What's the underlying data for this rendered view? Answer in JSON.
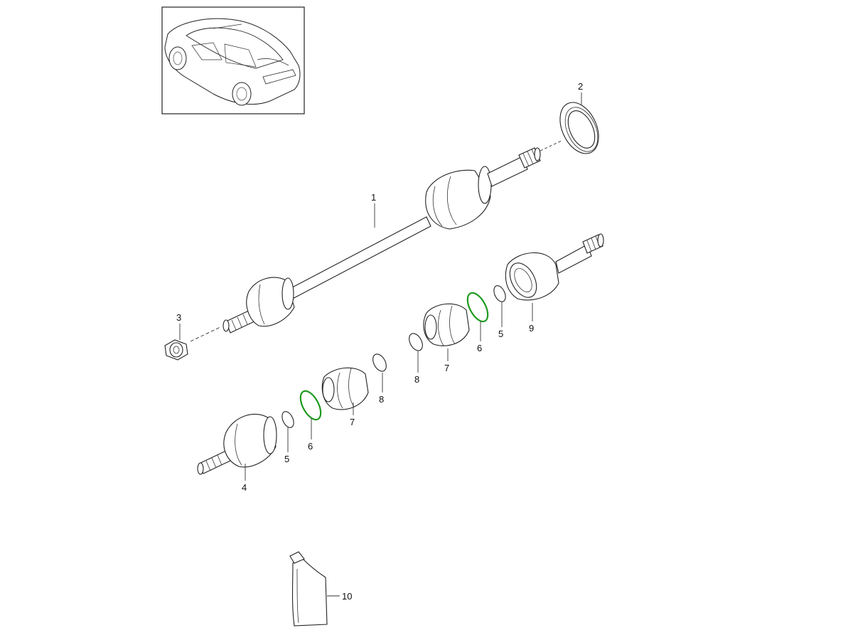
{
  "diagram": {
    "colors": {
      "line": "#222222",
      "highlight": "#1e9a1e",
      "background": "#ffffff"
    },
    "vehicle_thumbnail": {
      "icon": "car-silhouette-icon"
    },
    "part_labels": {
      "p1": "1",
      "p2": "2",
      "p3": "3",
      "p4": "4",
      "p5a": "5",
      "p5b": "5",
      "p6a": "6",
      "p6b": "6",
      "p7a": "7",
      "p7b": "7",
      "p8a": "8",
      "p8b": "8",
      "p9": "9",
      "p10": "10"
    }
  }
}
